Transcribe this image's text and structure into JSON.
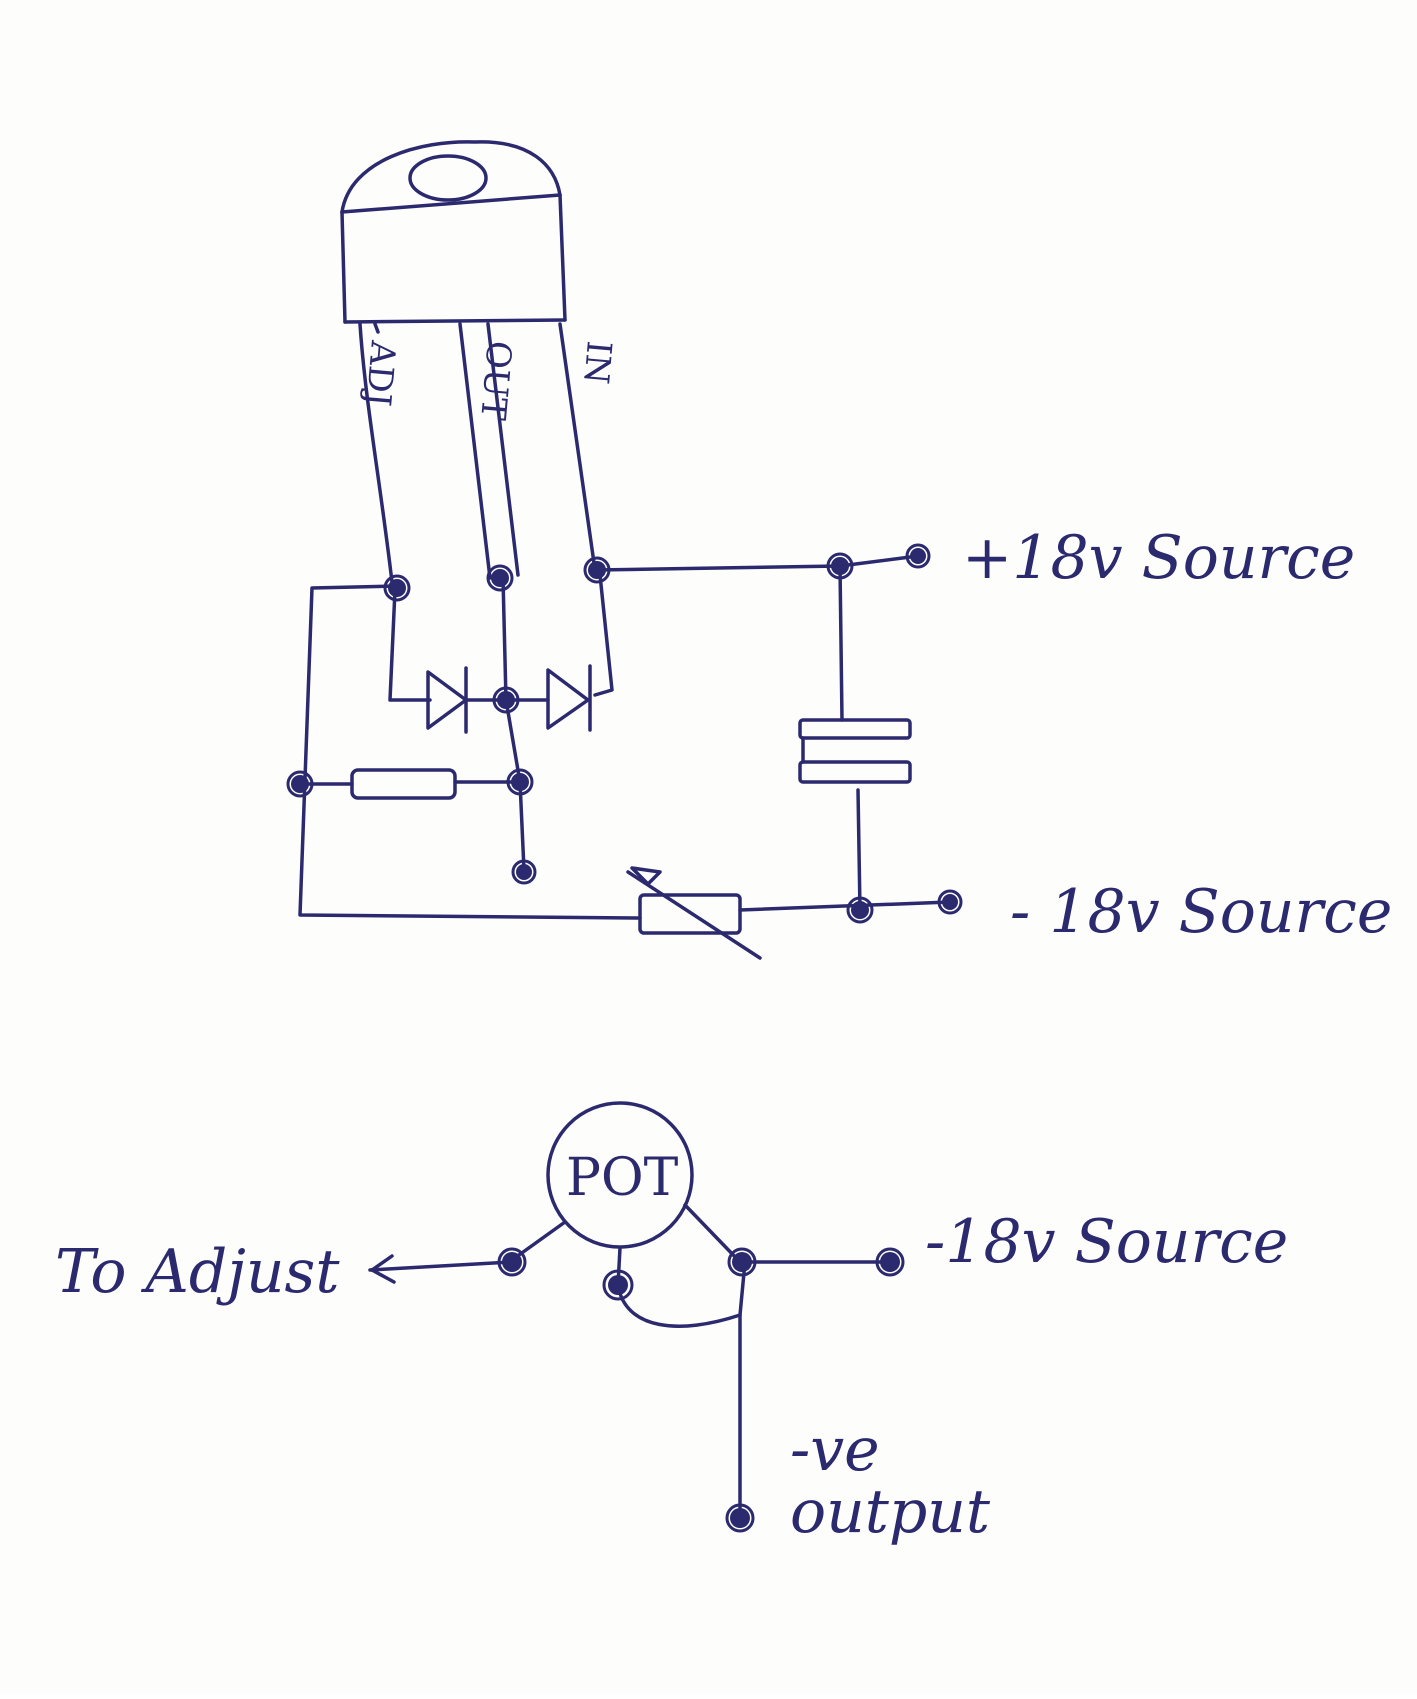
{
  "regulator": {
    "pins": {
      "adj": "ADJ",
      "out": "OUT",
      "in": "IN"
    }
  },
  "labels": {
    "plus_source": "+18v Source",
    "minus_source_top": "- 18v Source",
    "minus_source_bottom": "-18v Source",
    "to_adjust": "To Adjust",
    "pot": "POT",
    "ve": "-ve",
    "output": "output"
  },
  "colors": {
    "ink": "#2c2a6e",
    "paper": "#fdfdfb"
  }
}
